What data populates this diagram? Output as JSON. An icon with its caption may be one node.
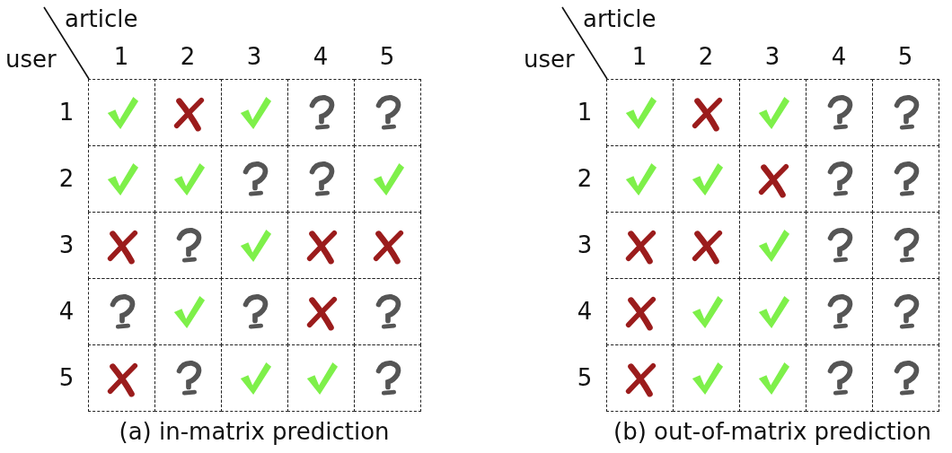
{
  "diagram": {
    "nodes": [
      {
        "text": [],
        "shape": "check"
      },
      {
        "text": [],
        "shape": "cross"
      },
      {
        "text": [],
        "shape": "check"
      },
      {
        "text": [],
        "shape": "question"
      },
      {
        "text": [],
        "shape": "question"
      },
      {
        "text": [],
        "shape": "check"
      },
      {
        "text": [],
        "shape": "check"
      },
      {
        "text": [],
        "shape": "question"
      },
      {
        "text": [],
        "shape": "question"
      },
      {
        "text": [],
        "shape": "check"
      },
      {
        "text": [],
        "shape": "cross"
      },
      {
        "text": [],
        "shape": "question"
      },
      {
        "text": [],
        "shape": "check"
      },
      {
        "text": [],
        "shape": "cross"
      },
      {
        "text": [],
        "shape": "cross"
      },
      {
        "text": [],
        "shape": "question"
      },
      {
        "text": [],
        "shape": "check"
      },
      {
        "text": [],
        "shape": "question"
      },
      {
        "text": [],
        "shape": "cross"
      },
      {
        "text": [],
        "shape": "question"
      },
      {
        "text": [],
        "shape": "cross"
      },
      {
        "text": [],
        "shape": "question"
      },
      {
        "text": [],
        "shape": "check"
      },
      {
        "text": [],
        "shape": "check"
      },
      {
        "text": [],
        "shape": "question"
      },
      {
        "text": [],
        "shape": "check"
      },
      {
        "text": [],
        "shape": "cross"
      },
      {
        "text": [],
        "shape": "check"
      },
      {
        "text": [],
        "shape": "question"
      },
      {
        "text": [],
        "shape": "question"
      },
      {
        "text": [],
        "shape": "check"
      },
      {
        "text": [],
        "shape": "check"
      },
      {
        "text": [],
        "shape": "cross"
      },
      {
        "text": [],
        "shape": "question"
      },
      {
        "text": [],
        "shape": "question"
      },
      {
        "text": [],
        "shape": "cross"
      },
      {
        "text": [],
        "shape": "cross"
      },
      {
        "text": [],
        "shape": "check"
      },
      {
        "text": [],
        "shape": "question"
      },
      {
        "text": [],
        "shape": "question"
      },
      {
        "text": [],
        "shape": "cross"
      },
      {
        "text": [],
        "shape": "check"
      },
      {
        "text": [],
        "shape": "check"
      },
      {
        "text": [],
        "shape": "question"
      },
      {
        "text": [],
        "shape": "question"
      },
      {
        "text": [],
        "shape": "cross"
      },
      {
        "text": [],
        "shape": "check"
      },
      {
        "text": [],
        "shape": "check"
      },
      {
        "text": [],
        "shape": "question"
      },
      {
        "text": [],
        "shape": "question"
      }
    ],
    "labels": [
      "article",
      "user",
      "1",
      "2",
      "3",
      "4",
      "5",
      "1",
      "2",
      "3",
      "4",
      "5",
      "(a) in-matrix prediction",
      "article",
      "user",
      "1",
      "2",
      "3",
      "4",
      "5",
      "1",
      "2",
      "3",
      "4",
      "5",
      "(b) out-of-matrix prediction"
    ]
  }
}
